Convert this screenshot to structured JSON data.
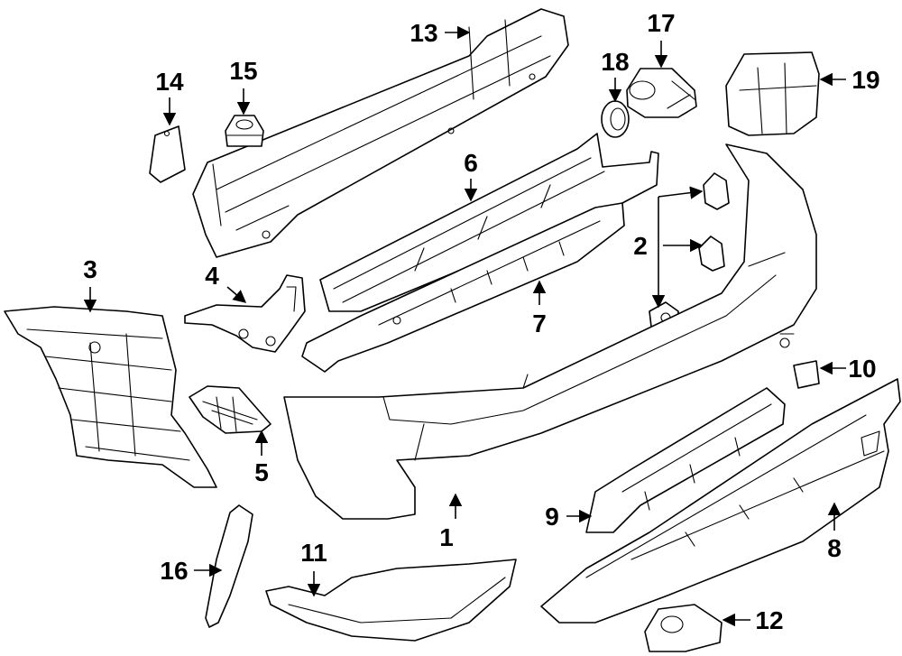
{
  "diagram": {
    "line_color": "#000000",
    "background": "#ffffff",
    "callouts": [
      {
        "id": "1",
        "label": "1"
      },
      {
        "id": "2",
        "label": "2"
      },
      {
        "id": "3",
        "label": "3"
      },
      {
        "id": "4",
        "label": "4"
      },
      {
        "id": "5",
        "label": "5"
      },
      {
        "id": "6",
        "label": "6"
      },
      {
        "id": "7",
        "label": "7"
      },
      {
        "id": "8",
        "label": "8"
      },
      {
        "id": "9",
        "label": "9"
      },
      {
        "id": "10",
        "label": "10"
      },
      {
        "id": "11",
        "label": "11"
      },
      {
        "id": "12",
        "label": "12"
      },
      {
        "id": "13",
        "label": "13"
      },
      {
        "id": "14",
        "label": "14"
      },
      {
        "id": "15",
        "label": "15"
      },
      {
        "id": "16",
        "label": "16"
      },
      {
        "id": "17",
        "label": "17"
      },
      {
        "id": "18",
        "label": "18"
      },
      {
        "id": "19",
        "label": "19"
      }
    ]
  }
}
